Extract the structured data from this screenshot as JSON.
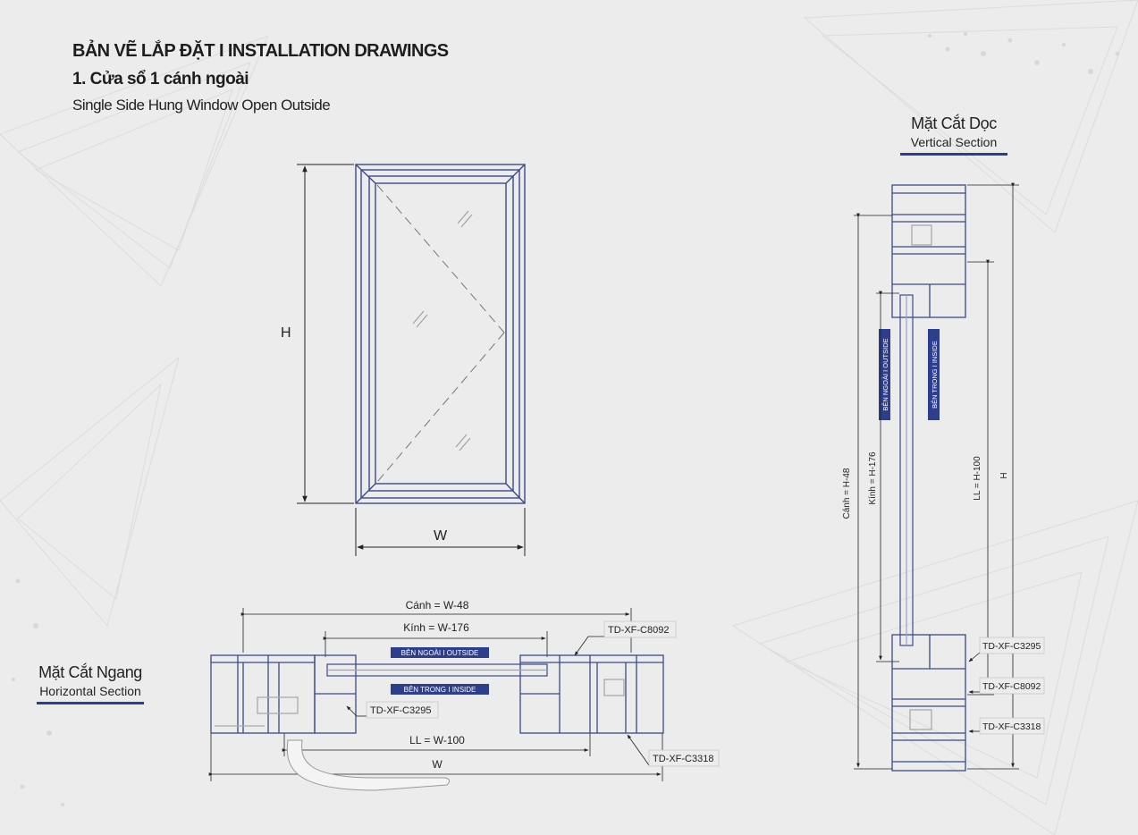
{
  "header": {
    "title": "BẢN VẼ LẮP ĐẶT  I  INSTALLATION DRAWINGS",
    "subtitle_vi": "1. Cửa sổ 1 cánh ngoài",
    "subtitle_en": "Single Side Hung Window Open Outside"
  },
  "elevation": {
    "height_label": "H",
    "width_label": "W"
  },
  "vertical_section": {
    "title_vi": "Mặt Cắt Dọc",
    "title_en": "Vertical Section",
    "dim_sash": "Cánh = H-48",
    "dim_glass": "Kính = H-176",
    "dim_ll": "LL = H-100",
    "dim_total": "H",
    "outside_tag": "BÊN NGOÀI  I OUTSIDE",
    "inside_tag": "BÊN TRONG  I INSIDE",
    "callouts": [
      "TD-XF-C3295",
      "TD-XF-C8092",
      "TD-XF-C3318"
    ]
  },
  "horizontal_section": {
    "title_vi": "Mặt Cắt Ngang",
    "title_en": "Horizontal Section",
    "dim_sash": "Cánh = W-48",
    "dim_glass": "Kính = W-176",
    "dim_ll": "LL = W-100",
    "dim_total": "W",
    "outside_tag": "BÊN NGOÀI  I OUTSIDE",
    "inside_tag": "BÊN TRONG  I INSIDE",
    "callouts": [
      "TD-XF-C8092",
      "TD-XF-C3295",
      "TD-XF-C3318"
    ]
  },
  "colors": {
    "profile_stroke": "#3b4a8c",
    "accent": "#2e3e8f",
    "dim_line": "#222222",
    "background": "#ececec"
  }
}
